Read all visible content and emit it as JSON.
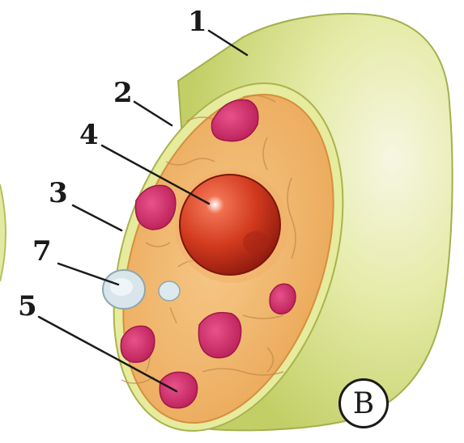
{
  "figure": {
    "labels": [
      {
        "id": "cell-wall",
        "text": "1"
      },
      {
        "id": "membrane",
        "text": "2"
      },
      {
        "id": "cytoplasm",
        "text": "3"
      },
      {
        "id": "nucleus",
        "text": "4"
      },
      {
        "id": "chloroplast",
        "text": "5"
      },
      {
        "id": "vacuole",
        "text": "7"
      }
    ],
    "panel_letter": "B"
  },
  "colors": {
    "wall": "#e3e9a0",
    "cytoplasm": "#f1b86c",
    "nucleus": "#c8301a",
    "chloroplast": "#cc2a66",
    "vacuole": "#d8e6ec"
  }
}
